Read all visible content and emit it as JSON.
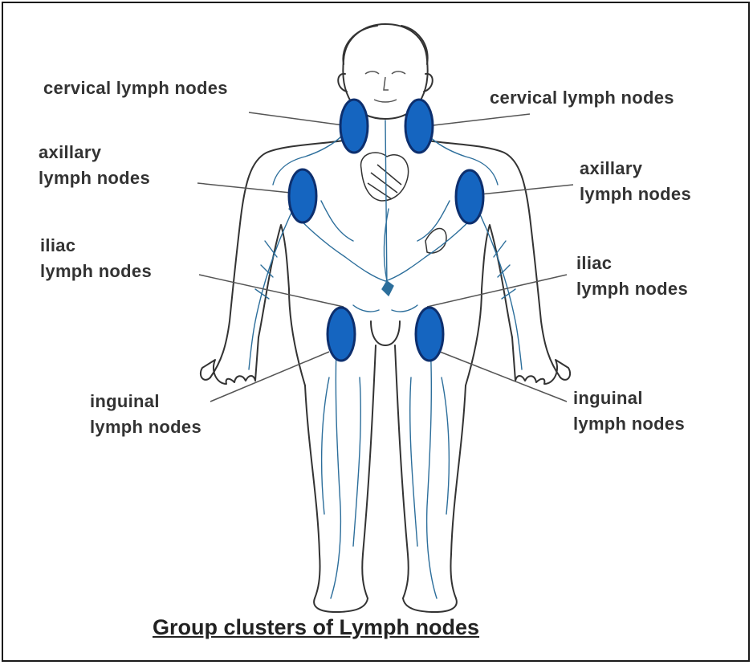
{
  "labels": {
    "cervical_left": [
      "cervical lymph nodes"
    ],
    "cervical_right": [
      "cervical lymph nodes"
    ],
    "axillary_left": [
      "axillary",
      "lymph nodes"
    ],
    "axillary_right": [
      "axillary",
      "lymph nodes"
    ],
    "iliac_left": [
      "iliac",
      "lymph nodes"
    ],
    "iliac_right": [
      "iliac",
      "lymph nodes"
    ],
    "inguinal_left": [
      "inguinal",
      "lymph nodes"
    ],
    "inguinal_right": [
      "inguinal",
      "lymph nodes"
    ]
  },
  "caption": "Group clusters of Lymph nodes",
  "colors": {
    "node_fill": "#1565c0",
    "node_stroke": "#0d2f6e",
    "vessel": "#2c6e9b",
    "outline": "#333333",
    "leader": "#555555"
  }
}
